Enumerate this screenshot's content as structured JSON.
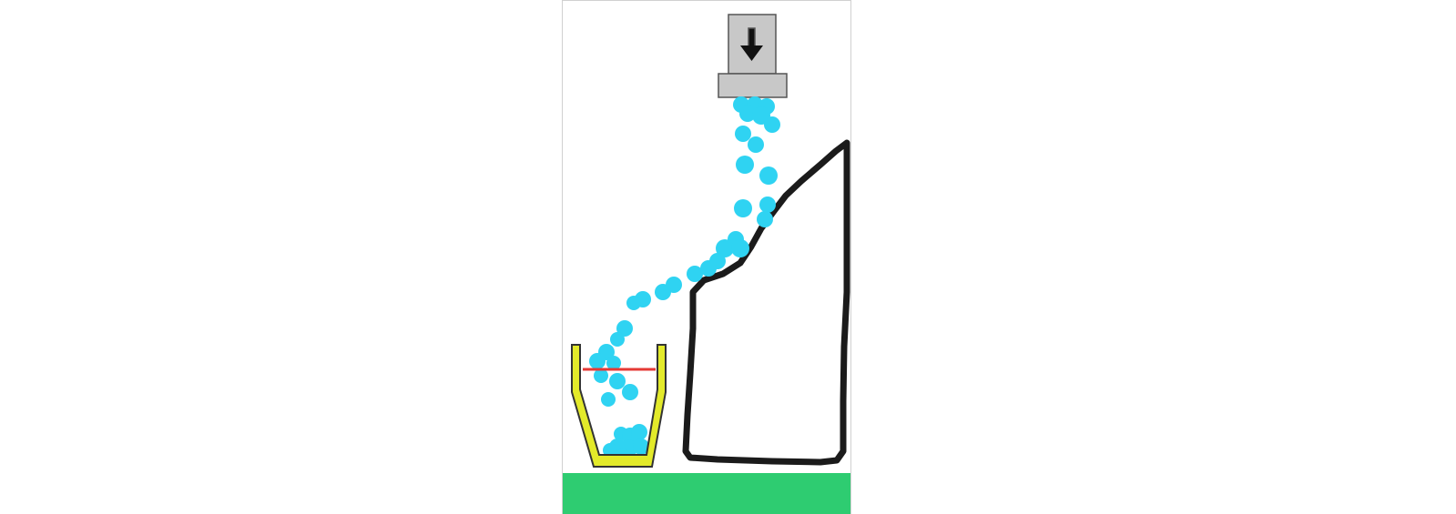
{
  "game": {
    "colors": {
      "background": "#ffffff",
      "ground": "#2ecc71",
      "water": "#2fd3f2",
      "cup_fill": "#e3ea2a",
      "cup_outline": "#333333",
      "target_line": "#e53935",
      "drawn_line": "#1b1b1b",
      "spout": "#c8c8c8",
      "spout_outline": "#555555",
      "arrow": "#111111"
    },
    "spout": {
      "icon": "arrow-down-icon"
    },
    "cup": {
      "icon": "cup-icon"
    },
    "ground": {
      "icon": "ground"
    },
    "drawn_line": {
      "icon": "hand-drawn-line"
    },
    "target_line": {
      "icon": "fill-target-line"
    }
  }
}
